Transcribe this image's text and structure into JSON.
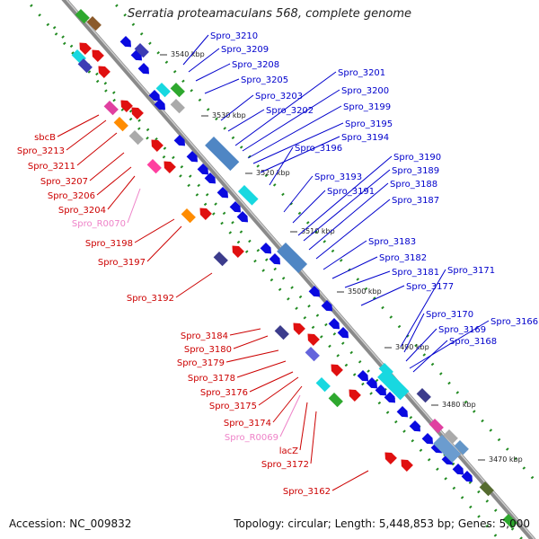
{
  "title": "Serratia proteamaculans 568, complete genome",
  "footer": {
    "accession": "Accession: NC_009832",
    "topology": "Topology: circular; Length: 5,448,853 bp; Genes: 5,000"
  },
  "colors": {
    "backbone": "#8a8a8a",
    "forward_label": "#0000cc",
    "reverse_label": "#cc0000",
    "rna_label": "#ee82c8",
    "tick": "#228b22"
  },
  "scale_labels": [
    "3540 kbp",
    "3530 kbp",
    "3520 kbp",
    "3510 kbp",
    "3500 kbp",
    "3490 kbp",
    "3480 kbp",
    "3470 kbp"
  ],
  "forward_genes": [
    "Spro_3210",
    "Spro_3209",
    "Spro_3208",
    "Spro_3205",
    "Spro_3203",
    "Spro_3202",
    "Spro_3201",
    "Spro_3200",
    "Spro_3199",
    "Spro_3195",
    "Spro_3194",
    "Spro_3196",
    "Spro_3193",
    "Spro_3191",
    "Spro_3190",
    "Spro_3189",
    "Spro_3188",
    "Spro_3187",
    "Spro_3183",
    "Spro_3182",
    "Spro_3181",
    "Spro_3171",
    "Spro_3177",
    "Spro_3170",
    "Spro_3166",
    "Spro_3169",
    "Spro_3168"
  ],
  "reverse_genes": [
    "sbcB",
    "Spro_3213",
    "Spro_3211",
    "Spro_3207",
    "Spro_3206",
    "Spro_3204",
    "Spro_R0070",
    "Spro_3198",
    "Spro_3197",
    "Spro_3192",
    "Spro_3184",
    "Spro_3180",
    "Spro_3179",
    "Spro_3178",
    "Spro_3176",
    "Spro_3175",
    "Spro_3174",
    "Spro_R0069",
    "lacZ",
    "Spro_3172",
    "Spro_3162"
  ]
}
